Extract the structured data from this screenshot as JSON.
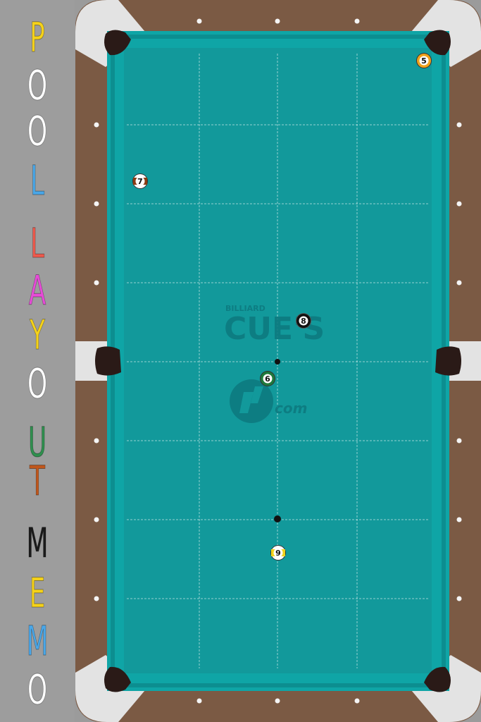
{
  "title": {
    "letters": [
      {
        "char": "P",
        "color": "#f5d21a"
      },
      {
        "char": "O",
        "color": "#ffffff"
      },
      {
        "char": "O",
        "color": "#ffffff"
      },
      {
        "char": "L",
        "color": "#4aa7e8"
      },
      {
        "char": "L",
        "color": "#ee5a4d"
      },
      {
        "char": "A",
        "color": "#e74cd8"
      },
      {
        "char": "Y",
        "color": "#f5d21a"
      },
      {
        "char": "O",
        "color": "#ffffff"
      },
      {
        "char": "U",
        "color": "#2f8f4e"
      },
      {
        "char": "T",
        "color": "#c0571c"
      },
      {
        "char": "M",
        "color": "#1a1a1a"
      },
      {
        "char": "E",
        "color": "#f5d21a"
      },
      {
        "char": "M",
        "color": "#4aa7e8"
      },
      {
        "char": "O",
        "color": "#ffffff"
      }
    ]
  },
  "logo": {
    "small": "BILLIARD",
    "main": "CUE'S",
    "suffix": "com"
  },
  "balls": [
    {
      "number": "5",
      "color": "#f0a21b",
      "striped": false
    },
    {
      "number": "7",
      "color": "#8a3a12",
      "striped": true
    },
    {
      "number": "8",
      "color": "#111111",
      "striped": false
    },
    {
      "number": "6",
      "color": "#1f7a3c",
      "striped": false
    },
    {
      "number": "9",
      "color": "#f2d21a",
      "striped": true
    }
  ],
  "colors": {
    "cloth": "#12999b",
    "rail": "#0fa5a6",
    "wood": "#7b5a44",
    "corner": "#e3e3e3",
    "pocket": "#2a1a17"
  }
}
